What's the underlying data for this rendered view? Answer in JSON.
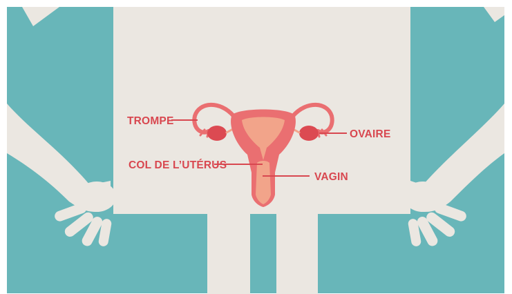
{
  "labels": {
    "trompe": "TROMPE",
    "col": "COL DE L’UTÉRUS",
    "ovaire": "OVAIRE",
    "vagin": "VAGIN"
  },
  "colors": {
    "background": "#68b6b9",
    "body": "#ebe7e1",
    "accent": "#d8474f",
    "uterus_outer": "#ea6f71",
    "uterus_inner": "#f2a48a",
    "ovary": "#dc4a52"
  }
}
